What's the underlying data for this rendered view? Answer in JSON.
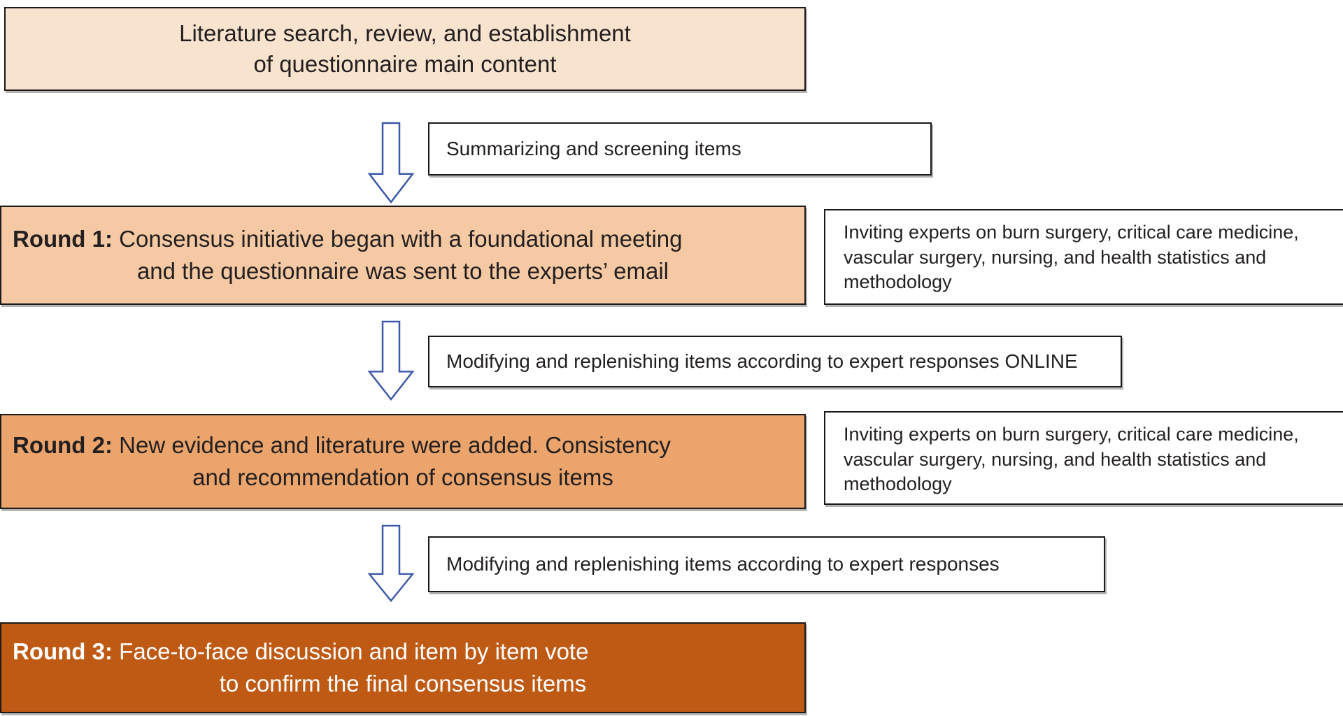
{
  "colors": {
    "top_box_bg": "#F8E3CE",
    "round1_bg": "#F4C9A4",
    "round2_bg": "#EBA56C",
    "round3_bg": "#BF5A15",
    "round3_text": "#FFFFFF",
    "arrow": "#3C58A8",
    "border": "#1A1A1A",
    "text": "#231F20"
  },
  "top_box": {
    "line1": "Literature search, review, and establishment",
    "line2": "of questionnaire main content"
  },
  "notes": {
    "step1": "Summarizing and screening items",
    "step2": "Modifying and replenishing items according to expert responses ONLINE",
    "step3": "Modifying and replenishing items according to expert responses"
  },
  "round1": {
    "label": "Round 1:",
    "line1": "Consensus initiative began with a foundational meeting",
    "line2": "and the questionnaire was sent to the experts’ email",
    "side_note": "Inviting experts on burn surgery, critical care medicine, vascular surgery, nursing, and health statistics and methodology"
  },
  "round2": {
    "label": "Round 2:",
    "line1": "New evidence and literature were added. Consistency",
    "line2": "and recommendation of consensus items",
    "side_note": "Inviting experts on burn surgery, critical care medicine, vascular surgery, nursing, and health statistics and methodology"
  },
  "round3": {
    "label": "Round 3:",
    "line1": "Face-to-face discussion and item by item vote",
    "line2": "to confirm the final consensus items"
  }
}
